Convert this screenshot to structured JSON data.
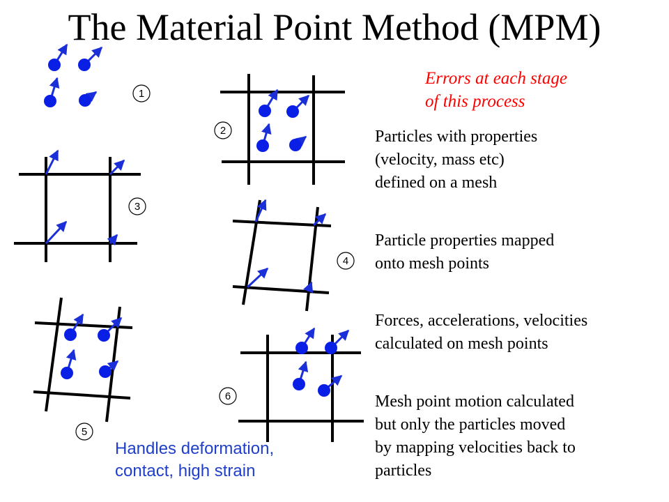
{
  "title": "The Material Point Method (MPM)",
  "errors_note": [
    "Errors at each stage",
    "of  this process"
  ],
  "steps": [
    {
      "lines": [
        "Particles with properties",
        "(velocity, mass etc)",
        "defined on a mesh"
      ]
    },
    {
      "lines": [
        "Particle properties mapped",
        "onto mesh points"
      ]
    },
    {
      "lines": [
        "Forces, accelerations, velocities",
        "calculated on mesh points"
      ]
    },
    {
      "lines": [
        "Mesh point motion calculated",
        "but only the particles moved",
        "by mapping velocities back to",
        "particles"
      ]
    }
  ],
  "handles_note": [
    "Handles deformation,",
    "contact, high strain"
  ],
  "stage_numbers": [
    "1",
    "2",
    "3",
    "4",
    "5",
    "6"
  ],
  "colors": {
    "particle": "#0a1fe6",
    "arrow": "#1a2fd8",
    "mesh": "#000000",
    "errors_text": "#ff0000",
    "handles_text": "#1f3fc8"
  }
}
